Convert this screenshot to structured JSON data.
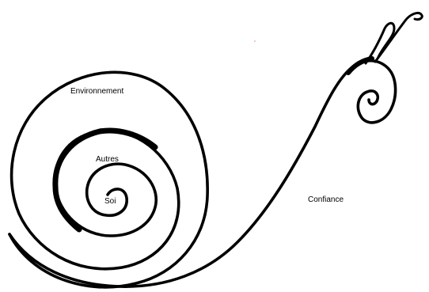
{
  "labels": {
    "environment": "Environnement",
    "others": "Autres",
    "self": "Soi",
    "confidence": "Confiance"
  },
  "colors": {
    "ink": "#000000",
    "background": "#ffffff",
    "speck": "#e8a0a0"
  },
  "figure": "snail-spiral"
}
